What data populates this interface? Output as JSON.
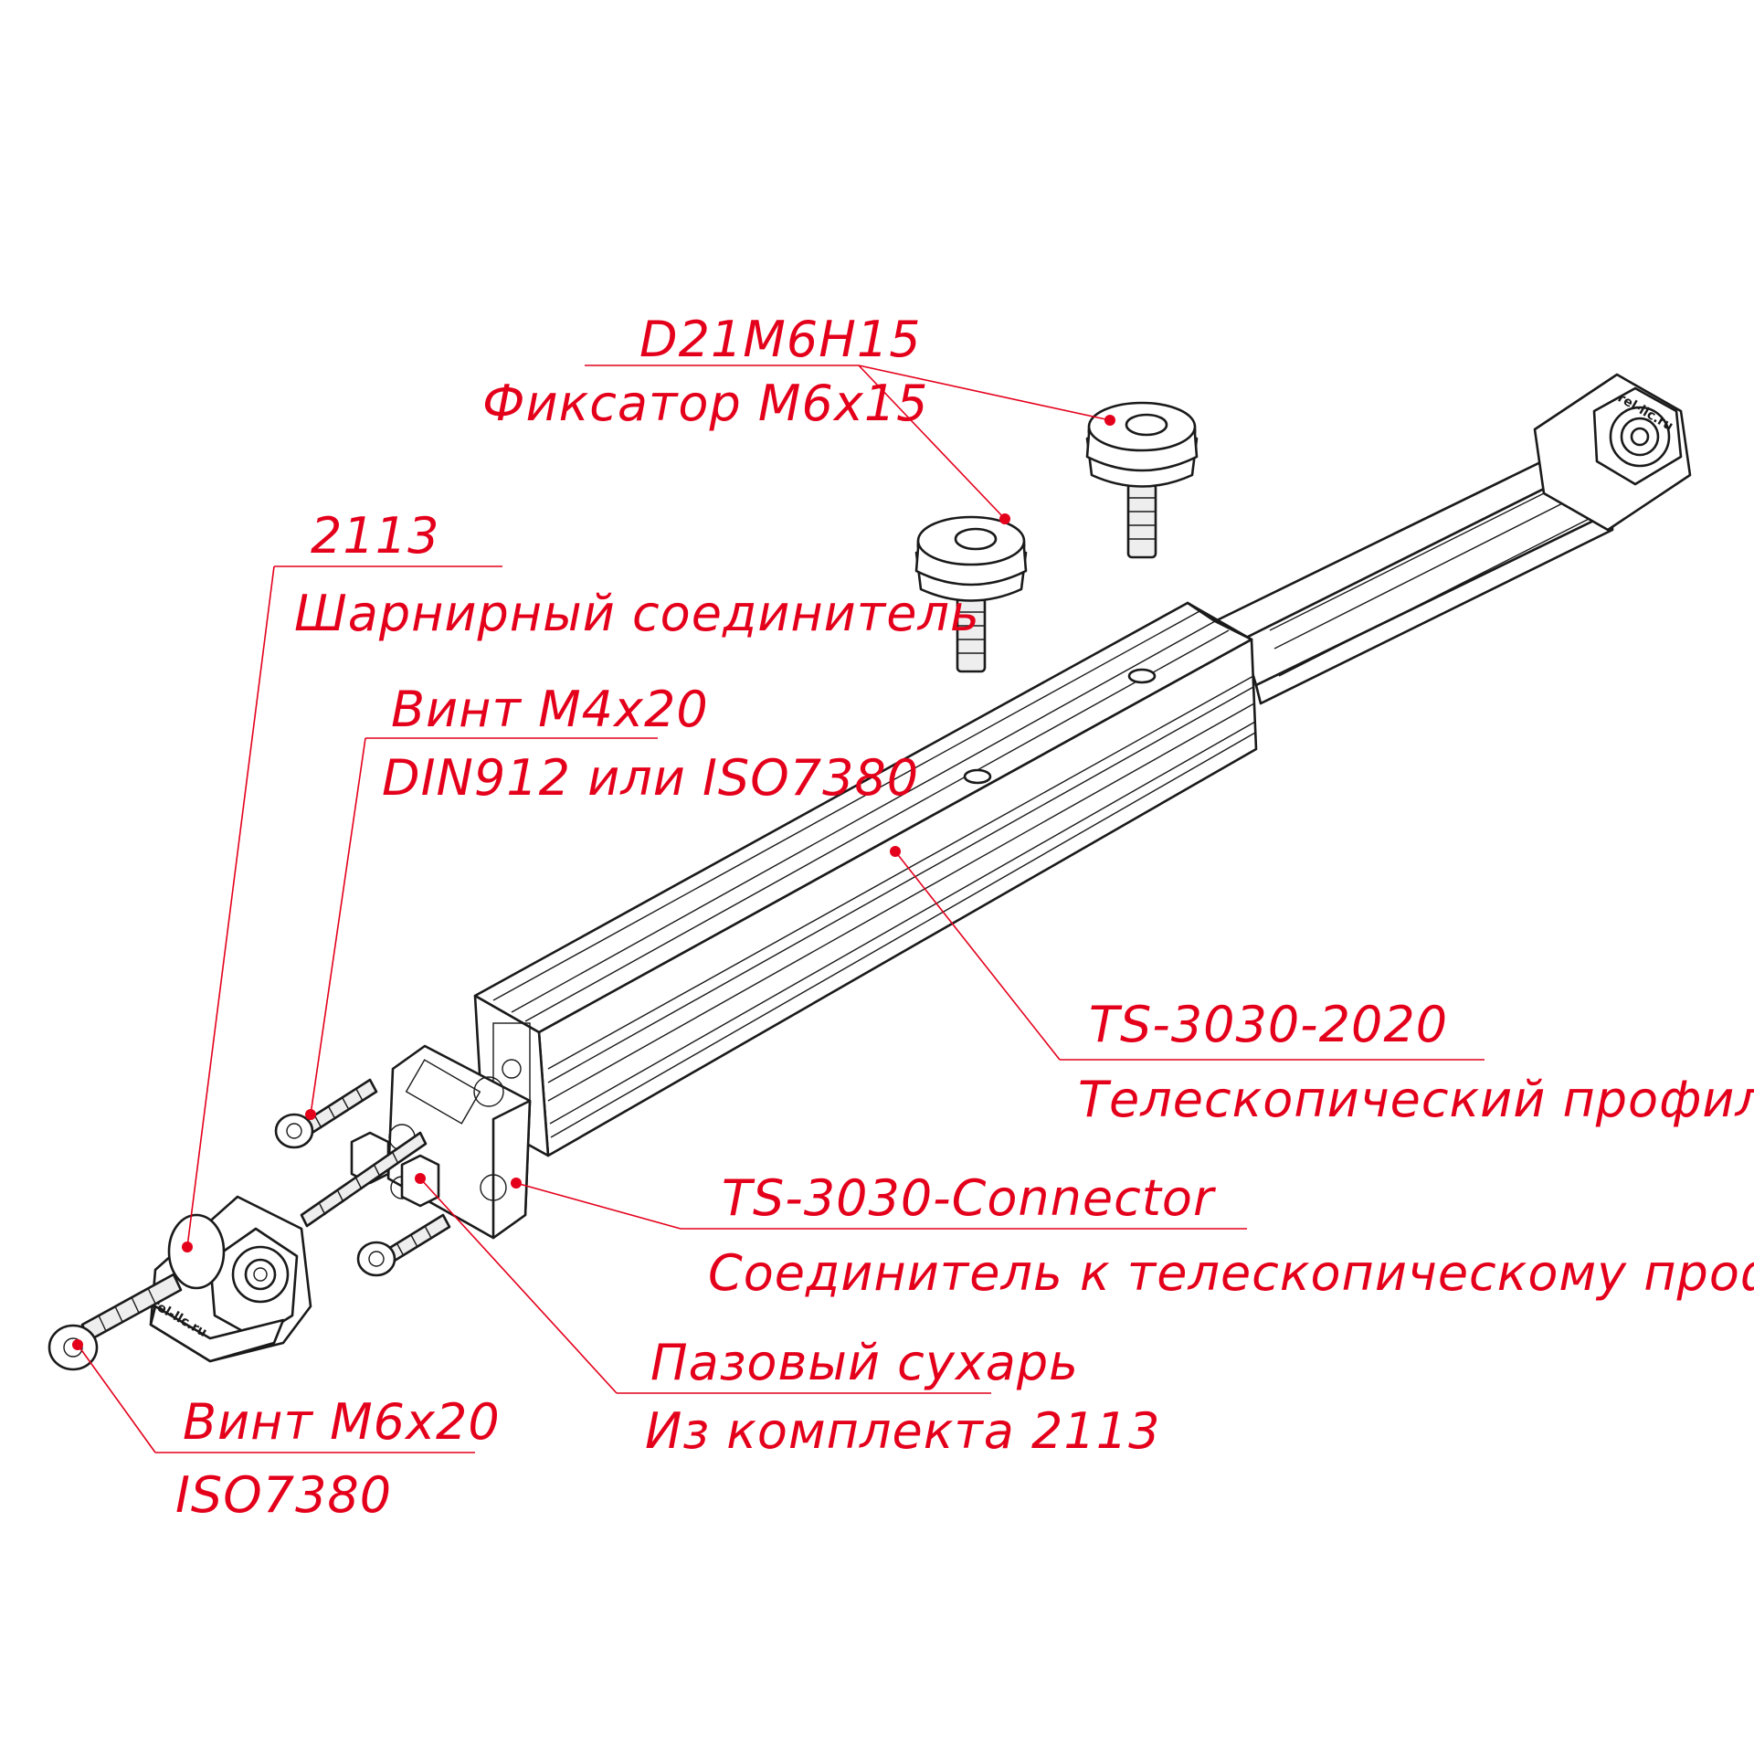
{
  "colors": {
    "annotation": "#e4001b",
    "linework": "#1a1a1a",
    "background": "#ffffff"
  },
  "callouts": {
    "knob": {
      "code": "D21M6H15",
      "name": "Фиксатор M6x15"
    },
    "hinge": {
      "code": "2113",
      "name": "Шарнирный соединитель"
    },
    "screw_m4": {
      "code": "Винт M4x20",
      "name": "DIN912 или ISO7380"
    },
    "profile": {
      "code": "TS-3030-2020",
      "name": "Телескопический профиль"
    },
    "connector": {
      "code": "TS-3030-Connector",
      "name": "Соединитель к телескопическому профилю"
    },
    "slot_nut": {
      "code": "Пазовый сухарь",
      "name": "Из комплекта 2113"
    },
    "screw_m6": {
      "code": "Винт M6x20",
      "name": "ISO7380"
    }
  },
  "parts": {
    "brand_mark": "rel-llc.ru"
  }
}
